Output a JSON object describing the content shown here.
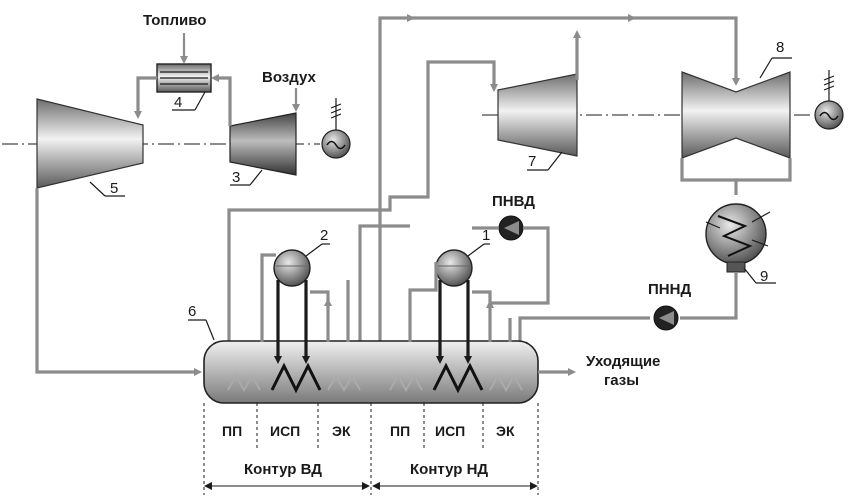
{
  "labels": {
    "fuel": "Топливо",
    "air": "Воздух",
    "flue_gas_line1": "Уходящие",
    "flue_gas_line2": "газы",
    "hp_pump": "ПНВД",
    "lp_pump": "ПННД",
    "circuit_hp": "Контур ВД",
    "circuit_lp": "Контур НД"
  },
  "sections": [
    "ПП",
    "ИСП",
    "ЭК",
    "ПП",
    "ИСП",
    "ЭК"
  ],
  "numbers": {
    "drum_lp": "1",
    "drum_hp": "2",
    "compressor": "3",
    "combustor": "4",
    "gas_turbine": "5",
    "hrsg": "6",
    "hp_turbine": "7",
    "lp_turbine": "8",
    "condenser": "9"
  },
  "icons": [
    "generator-icon",
    "generator-icon",
    "pump-icon",
    "pump-icon",
    "arrow-icon"
  ]
}
